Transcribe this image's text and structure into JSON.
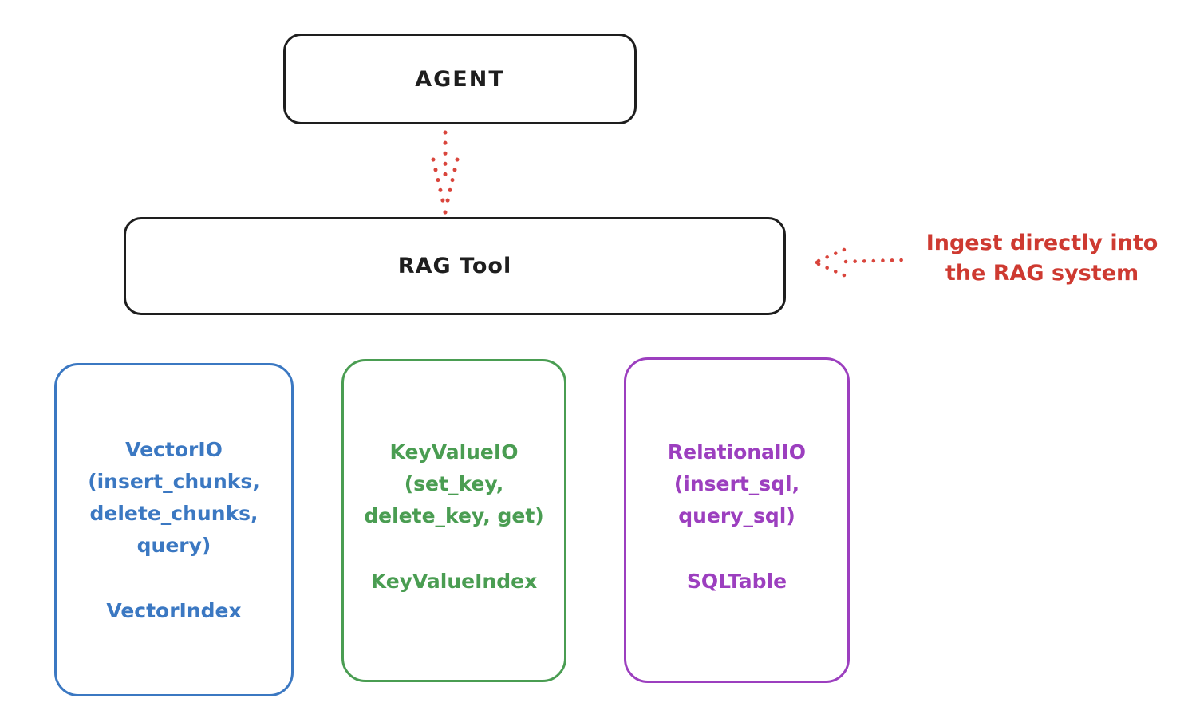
{
  "diagram": {
    "agent": {
      "label": "AGENT"
    },
    "rag_tool": {
      "label": "RAG Tool"
    },
    "annotation": {
      "line1": "Ingest directly into",
      "line2": "the RAG system"
    },
    "boxes": {
      "vector": {
        "title_lines": [
          "VectorIO",
          "(insert_chunks,",
          "delete_chunks,",
          "query)"
        ],
        "index": "VectorIndex",
        "color": "#3b78c2"
      },
      "keyvalue": {
        "title_lines": [
          "KeyValueIO",
          "(set_key,",
          "delete_key, get)"
        ],
        "index": "KeyValueIndex",
        "color": "#4a9d52"
      },
      "relational": {
        "title_lines": [
          "RelationalIO",
          "(insert_sql,",
          "query_sql)"
        ],
        "index": "SQLTable",
        "color": "#9c3fbf"
      }
    },
    "colors": {
      "stroke_black": "#1e1e1e",
      "arrow_red": "#d9453c",
      "text_red": "#ce3a31"
    }
  }
}
